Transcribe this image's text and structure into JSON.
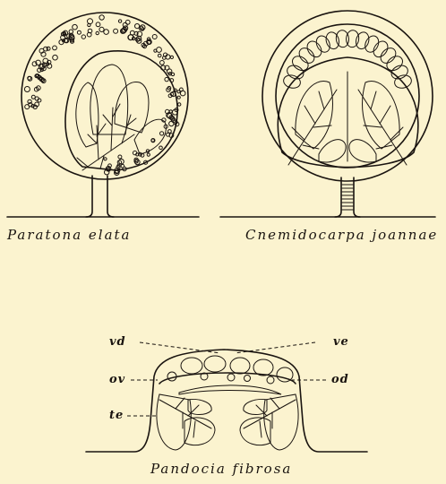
{
  "figures": [
    {
      "caption": "Paratona elata"
    },
    {
      "caption": "Cnemidocarpa joannae"
    },
    {
      "caption": "Pandocia fibrosa"
    }
  ],
  "labels": {
    "vd": "vd",
    "ve": "ve",
    "ov": "ov",
    "od": "od",
    "te": "te"
  }
}
